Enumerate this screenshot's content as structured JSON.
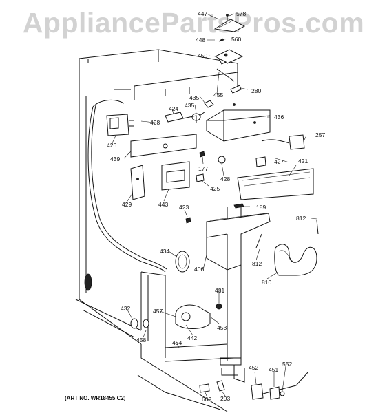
{
  "watermark": "AppliancePartsPros.com",
  "art_number": "(ART NO. WR18455 C2)",
  "callouts": [
    "447",
    "578",
    "448",
    "560",
    "450",
    "280",
    "455",
    "435",
    "435",
    "436",
    "424",
    "428",
    "426",
    "257",
    "439",
    "177",
    "428",
    "427",
    "421",
    "429",
    "443",
    "425",
    "189",
    "423",
    "812",
    "434",
    "406",
    "812",
    "810",
    "431",
    "432",
    "457",
    "453",
    "442",
    "458",
    "454",
    "452",
    "451",
    "552",
    "609",
    "293"
  ]
}
